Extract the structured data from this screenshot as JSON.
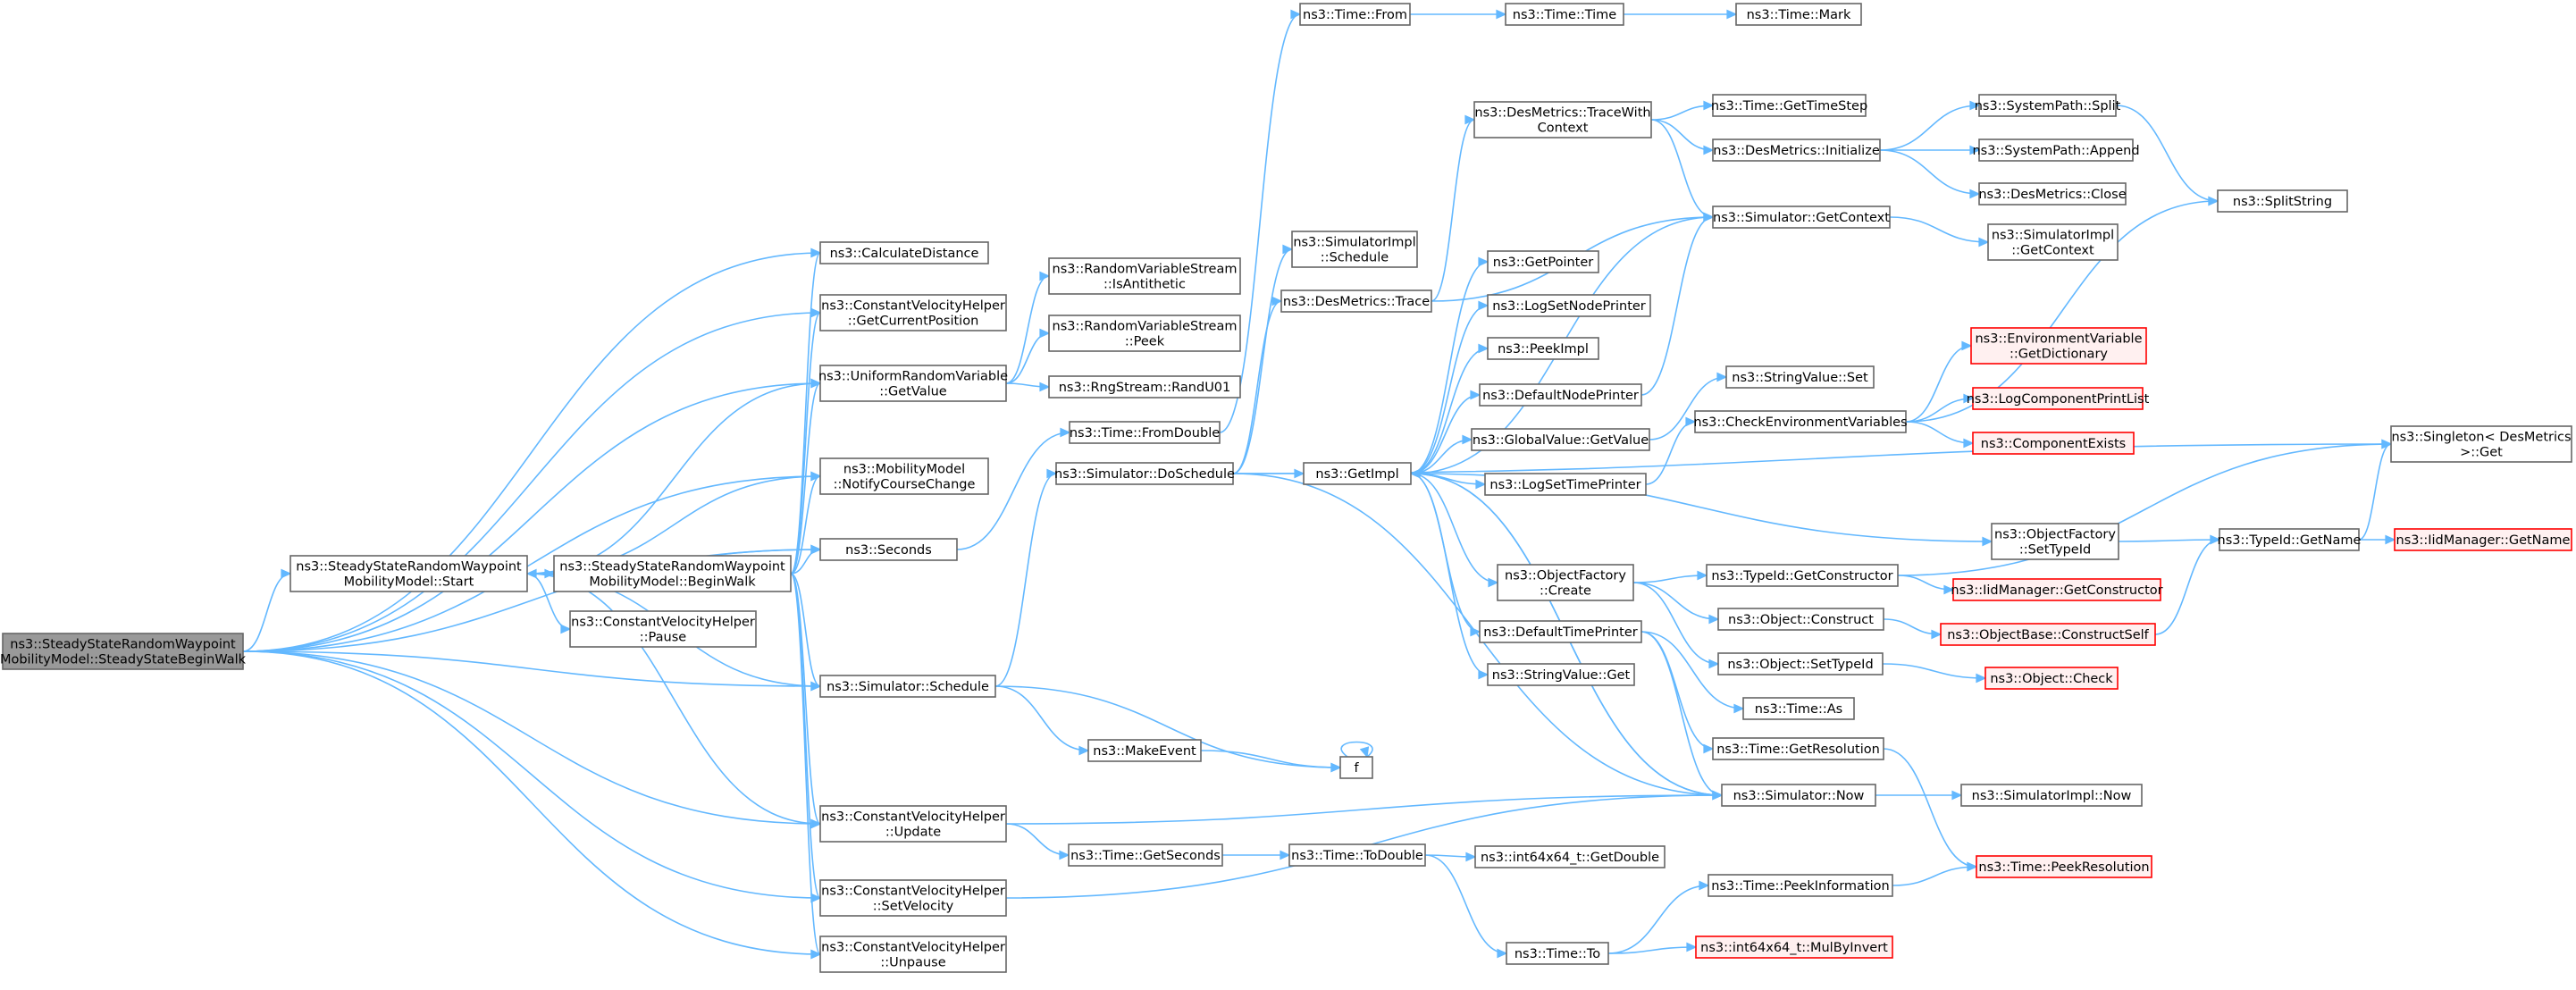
{
  "nodes": [
    {
      "id": "root",
      "lines": [
        "ns3::SteadyStateRandomWaypoint",
        "MobilityModel::SteadyStateBeginWalk"
      ],
      "style": "root"
    },
    {
      "id": "start",
      "lines": [
        "ns3::SteadyStateRandomWaypoint",
        "MobilityModel::Start"
      ],
      "style": "normal"
    },
    {
      "id": "beginwalk",
      "lines": [
        "ns3::SteadyStateRandomWaypoint",
        "MobilityModel::BeginWalk"
      ],
      "style": "normal"
    },
    {
      "id": "pause",
      "lines": [
        "ns3::ConstantVelocityHelper",
        "::Pause"
      ],
      "style": "normal"
    },
    {
      "id": "calcdist",
      "lines": [
        "ns3::CalculateDistance"
      ],
      "style": "normal"
    },
    {
      "id": "getcurpos",
      "lines": [
        "ns3::ConstantVelocityHelper",
        "::GetCurrentPosition"
      ],
      "style": "normal"
    },
    {
      "id": "urvgetvalue",
      "lines": [
        "ns3::UniformRandomVariable",
        "::GetValue"
      ],
      "style": "normal"
    },
    {
      "id": "notifycourse",
      "lines": [
        "ns3::MobilityModel",
        "::NotifyCourseChange"
      ],
      "style": "normal"
    },
    {
      "id": "seconds",
      "lines": [
        "ns3::Seconds"
      ],
      "style": "normal"
    },
    {
      "id": "schedule",
      "lines": [
        "ns3::Simulator::Schedule"
      ],
      "style": "normal"
    },
    {
      "id": "cvhupdate",
      "lines": [
        "ns3::ConstantVelocityHelper",
        "::Update"
      ],
      "style": "normal"
    },
    {
      "id": "setvelocity",
      "lines": [
        "ns3::ConstantVelocityHelper",
        "::SetVelocity"
      ],
      "style": "normal"
    },
    {
      "id": "unpause",
      "lines": [
        "ns3::ConstantVelocityHelper",
        "::Unpause"
      ],
      "style": "normal"
    },
    {
      "id": "isantithetic",
      "lines": [
        "ns3::RandomVariableStream",
        "::IsAntithetic"
      ],
      "style": "normal"
    },
    {
      "id": "peek",
      "lines": [
        "ns3::RandomVariableStream",
        "::Peek"
      ],
      "style": "normal"
    },
    {
      "id": "randu01",
      "lines": [
        "ns3::RngStream::RandU01"
      ],
      "style": "normal"
    },
    {
      "id": "fromdouble",
      "lines": [
        "ns3::Time::FromDouble"
      ],
      "style": "normal"
    },
    {
      "id": "doschedule",
      "lines": [
        "ns3::Simulator::DoSchedule"
      ],
      "style": "normal"
    },
    {
      "id": "makeevent",
      "lines": [
        "ns3::MakeEvent"
      ],
      "style": "normal"
    },
    {
      "id": "f",
      "lines": [
        "f"
      ],
      "style": "normal"
    },
    {
      "id": "getseconds",
      "lines": [
        "ns3::Time::GetSeconds"
      ],
      "style": "normal"
    },
    {
      "id": "timefrom",
      "lines": [
        "ns3::Time::From"
      ],
      "style": "normal"
    },
    {
      "id": "timetime",
      "lines": [
        "ns3::Time::Time"
      ],
      "style": "normal"
    },
    {
      "id": "timemark",
      "lines": [
        "ns3::Time::Mark"
      ],
      "style": "normal"
    },
    {
      "id": "simimplschedule",
      "lines": [
        "ns3::SimulatorImpl",
        "::Schedule"
      ],
      "style": "normal"
    },
    {
      "id": "desmetricstrace",
      "lines": [
        "ns3::DesMetrics::Trace"
      ],
      "style": "normal"
    },
    {
      "id": "getimpl",
      "lines": [
        "ns3::GetImpl"
      ],
      "style": "normal"
    },
    {
      "id": "todouble",
      "lines": [
        "ns3::Time::ToDouble"
      ],
      "style": "normal"
    },
    {
      "id": "timeto",
      "lines": [
        "ns3::Time::To"
      ],
      "style": "normal"
    },
    {
      "id": "tracewithcontext",
      "lines": [
        "ns3::DesMetrics::TraceWith",
        "Context"
      ],
      "style": "normal"
    },
    {
      "id": "gettimestep",
      "lines": [
        "ns3::Time::GetTimeStep"
      ],
      "style": "normal"
    },
    {
      "id": "dminitialize",
      "lines": [
        "ns3::DesMetrics::Initialize"
      ],
      "style": "normal"
    },
    {
      "id": "spsplit",
      "lines": [
        "ns3::SystemPath::Split"
      ],
      "style": "normal"
    },
    {
      "id": "spappend",
      "lines": [
        "ns3::SystemPath::Append"
      ],
      "style": "normal"
    },
    {
      "id": "dmclose",
      "lines": [
        "ns3::DesMetrics::Close"
      ],
      "style": "normal"
    },
    {
      "id": "splitstring",
      "lines": [
        "ns3::SplitString"
      ],
      "style": "normal"
    },
    {
      "id": "simgetcontext",
      "lines": [
        "ns3::Simulator::GetContext"
      ],
      "style": "normal"
    },
    {
      "id": "simimplgetcontext",
      "lines": [
        "ns3::SimulatorImpl",
        "::GetContext"
      ],
      "style": "normal"
    },
    {
      "id": "getpointer",
      "lines": [
        "ns3::GetPointer"
      ],
      "style": "normal"
    },
    {
      "id": "logsetnodeprinter",
      "lines": [
        "ns3::LogSetNodePrinter"
      ],
      "style": "normal"
    },
    {
      "id": "peekimpl",
      "lines": [
        "ns3::PeekImpl"
      ],
      "style": "normal"
    },
    {
      "id": "defaultnodeprinter",
      "lines": [
        "ns3::DefaultNodePrinter"
      ],
      "style": "normal"
    },
    {
      "id": "gvgetvalue",
      "lines": [
        "ns3::GlobalValue::GetValue"
      ],
      "style": "normal"
    },
    {
      "id": "logsettimeprinter",
      "lines": [
        "ns3::LogSetTimePrinter"
      ],
      "style": "normal"
    },
    {
      "id": "ofcreate",
      "lines": [
        "ns3::ObjectFactory",
        "::Create"
      ],
      "style": "normal"
    },
    {
      "id": "defaulttimeprinter",
      "lines": [
        "ns3::DefaultTimePrinter"
      ],
      "style": "normal"
    },
    {
      "id": "stringvalueget",
      "lines": [
        "ns3::StringValue::Get"
      ],
      "style": "normal"
    },
    {
      "id": "stringvalueset",
      "lines": [
        "ns3::StringValue::Set"
      ],
      "style": "normal"
    },
    {
      "id": "checkenv",
      "lines": [
        "ns3::CheckEnvironmentVariables"
      ],
      "style": "normal"
    },
    {
      "id": "envgetdict",
      "lines": [
        "ns3::EnvironmentVariable",
        "::GetDictionary"
      ],
      "style": "trunc"
    },
    {
      "id": "logcompprintlist",
      "lines": [
        "ns3::LogComponentPrintList"
      ],
      "style": "trunc"
    },
    {
      "id": "componentexists",
      "lines": [
        "ns3::ComponentExists"
      ],
      "style": "trunc"
    },
    {
      "id": "singletonget",
      "lines": [
        "ns3::Singleton< DesMetrics",
        " >::Get"
      ],
      "style": "normal"
    },
    {
      "id": "ofsettypeid",
      "lines": [
        "ns3::ObjectFactory",
        "::SetTypeId"
      ],
      "style": "normal"
    },
    {
      "id": "typeidgetname",
      "lines": [
        "ns3::TypeId::GetName"
      ],
      "style": "normal"
    },
    {
      "id": "iidgetname",
      "lines": [
        "ns3::IidManager::GetName"
      ],
      "style": "trunc"
    },
    {
      "id": "typeidgetconstructor",
      "lines": [
        "ns3::TypeId::GetConstructor"
      ],
      "style": "normal"
    },
    {
      "id": "iidgetconstructor",
      "lines": [
        "ns3::IidManager::GetConstructor"
      ],
      "style": "trunc"
    },
    {
      "id": "objconstruct",
      "lines": [
        "ns3::Object::Construct"
      ],
      "style": "normal"
    },
    {
      "id": "objbaseconstructself",
      "lines": [
        "ns3::ObjectBase::ConstructSelf"
      ],
      "style": "trunc"
    },
    {
      "id": "objsettypeid",
      "lines": [
        "ns3::Object::SetTypeId"
      ],
      "style": "normal"
    },
    {
      "id": "objcheck",
      "lines": [
        "ns3::Object::Check"
      ],
      "style": "trunc"
    },
    {
      "id": "timeas",
      "lines": [
        "ns3::Time::As"
      ],
      "style": "normal"
    },
    {
      "id": "timegetresolution",
      "lines": [
        "ns3::Time::GetResolution"
      ],
      "style": "normal"
    },
    {
      "id": "simnow",
      "lines": [
        "ns3::Simulator::Now"
      ],
      "style": "normal"
    },
    {
      "id": "simimplnow",
      "lines": [
        "ns3::SimulatorImpl::Now"
      ],
      "style": "normal"
    },
    {
      "id": "peekresolution",
      "lines": [
        "ns3::Time::PeekResolution"
      ],
      "style": "trunc"
    },
    {
      "id": "int64getdouble",
      "lines": [
        "ns3::int64x64_t::GetDouble"
      ],
      "style": "normal"
    },
    {
      "id": "peekinformation",
      "lines": [
        "ns3::Time::PeekInformation"
      ],
      "style": "normal"
    },
    {
      "id": "mulbyinvert",
      "lines": [
        "ns3::int64x64_t::MulByInvert"
      ],
      "style": "trunc"
    }
  ],
  "edges": [
    [
      "root",
      "start"
    ],
    [
      "root",
      "calcdist"
    ],
    [
      "root",
      "getcurpos"
    ],
    [
      "root",
      "urvgetvalue"
    ],
    [
      "root",
      "notifycourse"
    ],
    [
      "root",
      "seconds"
    ],
    [
      "root",
      "schedule"
    ],
    [
      "root",
      "cvhupdate"
    ],
    [
      "root",
      "setvelocity"
    ],
    [
      "root",
      "unpause"
    ],
    [
      "start",
      "beginwalk"
    ],
    [
      "start",
      "pause"
    ],
    [
      "start",
      "urvgetvalue"
    ],
    [
      "start",
      "notifycourse"
    ],
    [
      "start",
      "seconds"
    ],
    [
      "start",
      "schedule"
    ],
    [
      "start",
      "cvhupdate"
    ],
    [
      "beginwalk",
      "start"
    ],
    [
      "beginwalk",
      "calcdist"
    ],
    [
      "beginwalk",
      "getcurpos"
    ],
    [
      "beginwalk",
      "urvgetvalue"
    ],
    [
      "beginwalk",
      "notifycourse"
    ],
    [
      "beginwalk",
      "seconds"
    ],
    [
      "beginwalk",
      "schedule"
    ],
    [
      "beginwalk",
      "cvhupdate"
    ],
    [
      "beginwalk",
      "setvelocity"
    ],
    [
      "beginwalk",
      "unpause"
    ],
    [
      "urvgetvalue",
      "isantithetic"
    ],
    [
      "urvgetvalue",
      "peek"
    ],
    [
      "urvgetvalue",
      "randu01"
    ],
    [
      "seconds",
      "fromdouble"
    ],
    [
      "schedule",
      "doschedule"
    ],
    [
      "schedule",
      "makeevent"
    ],
    [
      "schedule",
      "f"
    ],
    [
      "makeevent",
      "f"
    ],
    [
      "f",
      "f"
    ],
    [
      "cvhupdate",
      "simnow"
    ],
    [
      "cvhupdate",
      "getseconds"
    ],
    [
      "setvelocity",
      "simnow"
    ],
    [
      "fromdouble",
      "timefrom"
    ],
    [
      "doschedule",
      "simimplschedule"
    ],
    [
      "doschedule",
      "desmetricstrace"
    ],
    [
      "doschedule",
      "getimpl"
    ],
    [
      "doschedule",
      "singletonget"
    ],
    [
      "doschedule",
      "simnow"
    ],
    [
      "timefrom",
      "timetime"
    ],
    [
      "timetime",
      "timemark"
    ],
    [
      "desmetricstrace",
      "tracewithcontext"
    ],
    [
      "desmetricstrace",
      "simgetcontext"
    ],
    [
      "tracewithcontext",
      "gettimestep"
    ],
    [
      "tracewithcontext",
      "dminitialize"
    ],
    [
      "tracewithcontext",
      "simgetcontext"
    ],
    [
      "dminitialize",
      "spsplit"
    ],
    [
      "dminitialize",
      "spappend"
    ],
    [
      "dminitialize",
      "dmclose"
    ],
    [
      "spsplit",
      "splitstring"
    ],
    [
      "simgetcontext",
      "getimpl"
    ],
    [
      "simgetcontext",
      "simimplgetcontext"
    ],
    [
      "getimpl",
      "getpointer"
    ],
    [
      "getimpl",
      "logsetnodeprinter"
    ],
    [
      "getimpl",
      "peekimpl"
    ],
    [
      "getimpl",
      "defaultnodeprinter"
    ],
    [
      "getimpl",
      "gvgetvalue"
    ],
    [
      "getimpl",
      "logsettimeprinter"
    ],
    [
      "getimpl",
      "ofcreate"
    ],
    [
      "getimpl",
      "defaulttimeprinter"
    ],
    [
      "getimpl",
      "stringvalueget"
    ],
    [
      "getimpl",
      "ofsettypeid"
    ],
    [
      "getimpl",
      "simnow"
    ],
    [
      "defaultnodeprinter",
      "simgetcontext"
    ],
    [
      "gvgetvalue",
      "stringvalueset"
    ],
    [
      "logsettimeprinter",
      "checkenv"
    ],
    [
      "checkenv",
      "envgetdict"
    ],
    [
      "checkenv",
      "logcompprintlist"
    ],
    [
      "checkenv",
      "componentexists"
    ],
    [
      "checkenv",
      "splitstring"
    ],
    [
      "ofcreate",
      "typeidgetconstructor"
    ],
    [
      "ofcreate",
      "objconstruct"
    ],
    [
      "ofcreate",
      "objsettypeid"
    ],
    [
      "typeidgetconstructor",
      "iidgetconstructor"
    ],
    [
      "typeidgetconstructor",
      "singletonget"
    ],
    [
      "objconstruct",
      "objbaseconstructself"
    ],
    [
      "objbaseconstructself",
      "typeidgetname"
    ],
    [
      "objsettypeid",
      "objcheck"
    ],
    [
      "defaulttimeprinter",
      "timeas"
    ],
    [
      "defaulttimeprinter",
      "timegetresolution"
    ],
    [
      "defaulttimeprinter",
      "simnow"
    ],
    [
      "simnow",
      "getimpl"
    ],
    [
      "simnow",
      "simimplnow"
    ],
    [
      "timegetresolution",
      "peekresolution"
    ],
    [
      "ofsettypeid",
      "typeidgetname"
    ],
    [
      "typeidgetname",
      "singletonget"
    ],
    [
      "typeidgetname",
      "iidgetname"
    ],
    [
      "getseconds",
      "todouble"
    ],
    [
      "todouble",
      "int64getdouble"
    ],
    [
      "todouble",
      "timeto"
    ],
    [
      "timeto",
      "peekinformation"
    ],
    [
      "timeto",
      "mulbyinvert"
    ],
    [
      "peekinformation",
      "peekresolution"
    ]
  ]
}
